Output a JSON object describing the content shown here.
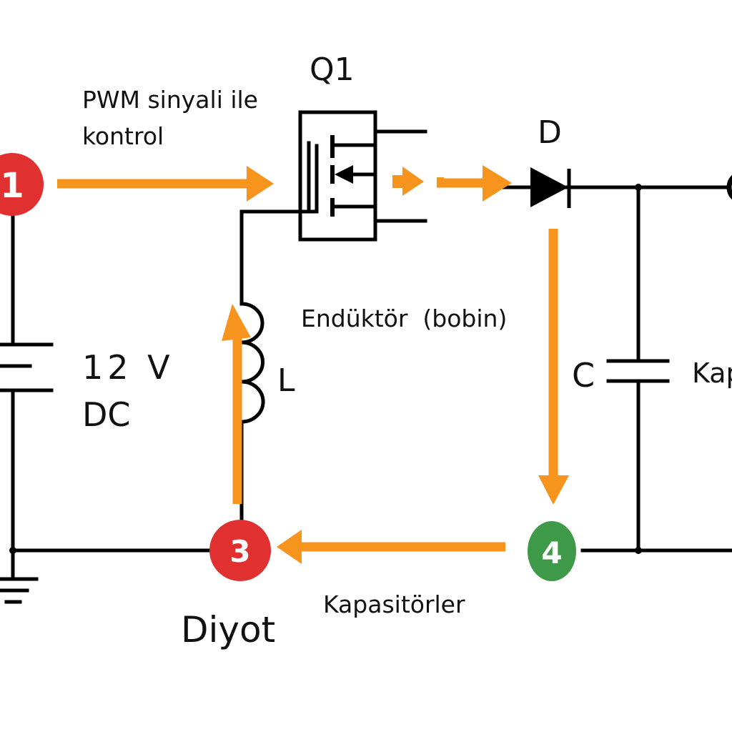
{
  "colors": {
    "flow_arrow": "#f7941d",
    "badge_red": "#e03030",
    "badge_green": "#3e9a48",
    "wire": "#000000",
    "background": "#ffffff"
  },
  "labels": {
    "switch_name": "Q1",
    "pwm_line1": "PWM sinyali ile",
    "pwm_line2": "kontrol",
    "diode_name": "D",
    "inductor_desc": "Endüktör  (bobin)",
    "inductor_name": "L",
    "source_voltage": "12 V",
    "source_type": "DC",
    "capacitor_name": "C",
    "capacitor_desc_partial": "Kap",
    "node3_desc": "Diyot",
    "node4_desc": "Kapasitörler"
  },
  "badges": [
    {
      "id": "1",
      "text": "1",
      "color": "red"
    },
    {
      "id": "3",
      "text": "3",
      "color": "red"
    },
    {
      "id": "4",
      "text": "4",
      "color": "green"
    }
  ],
  "components": {
    "source": "battery-icon",
    "switch": "mosfet-icon",
    "diode": "diode-icon",
    "inductor": "inductor-icon",
    "capacitor": "capacitor-icon",
    "ground": "ground-icon"
  }
}
